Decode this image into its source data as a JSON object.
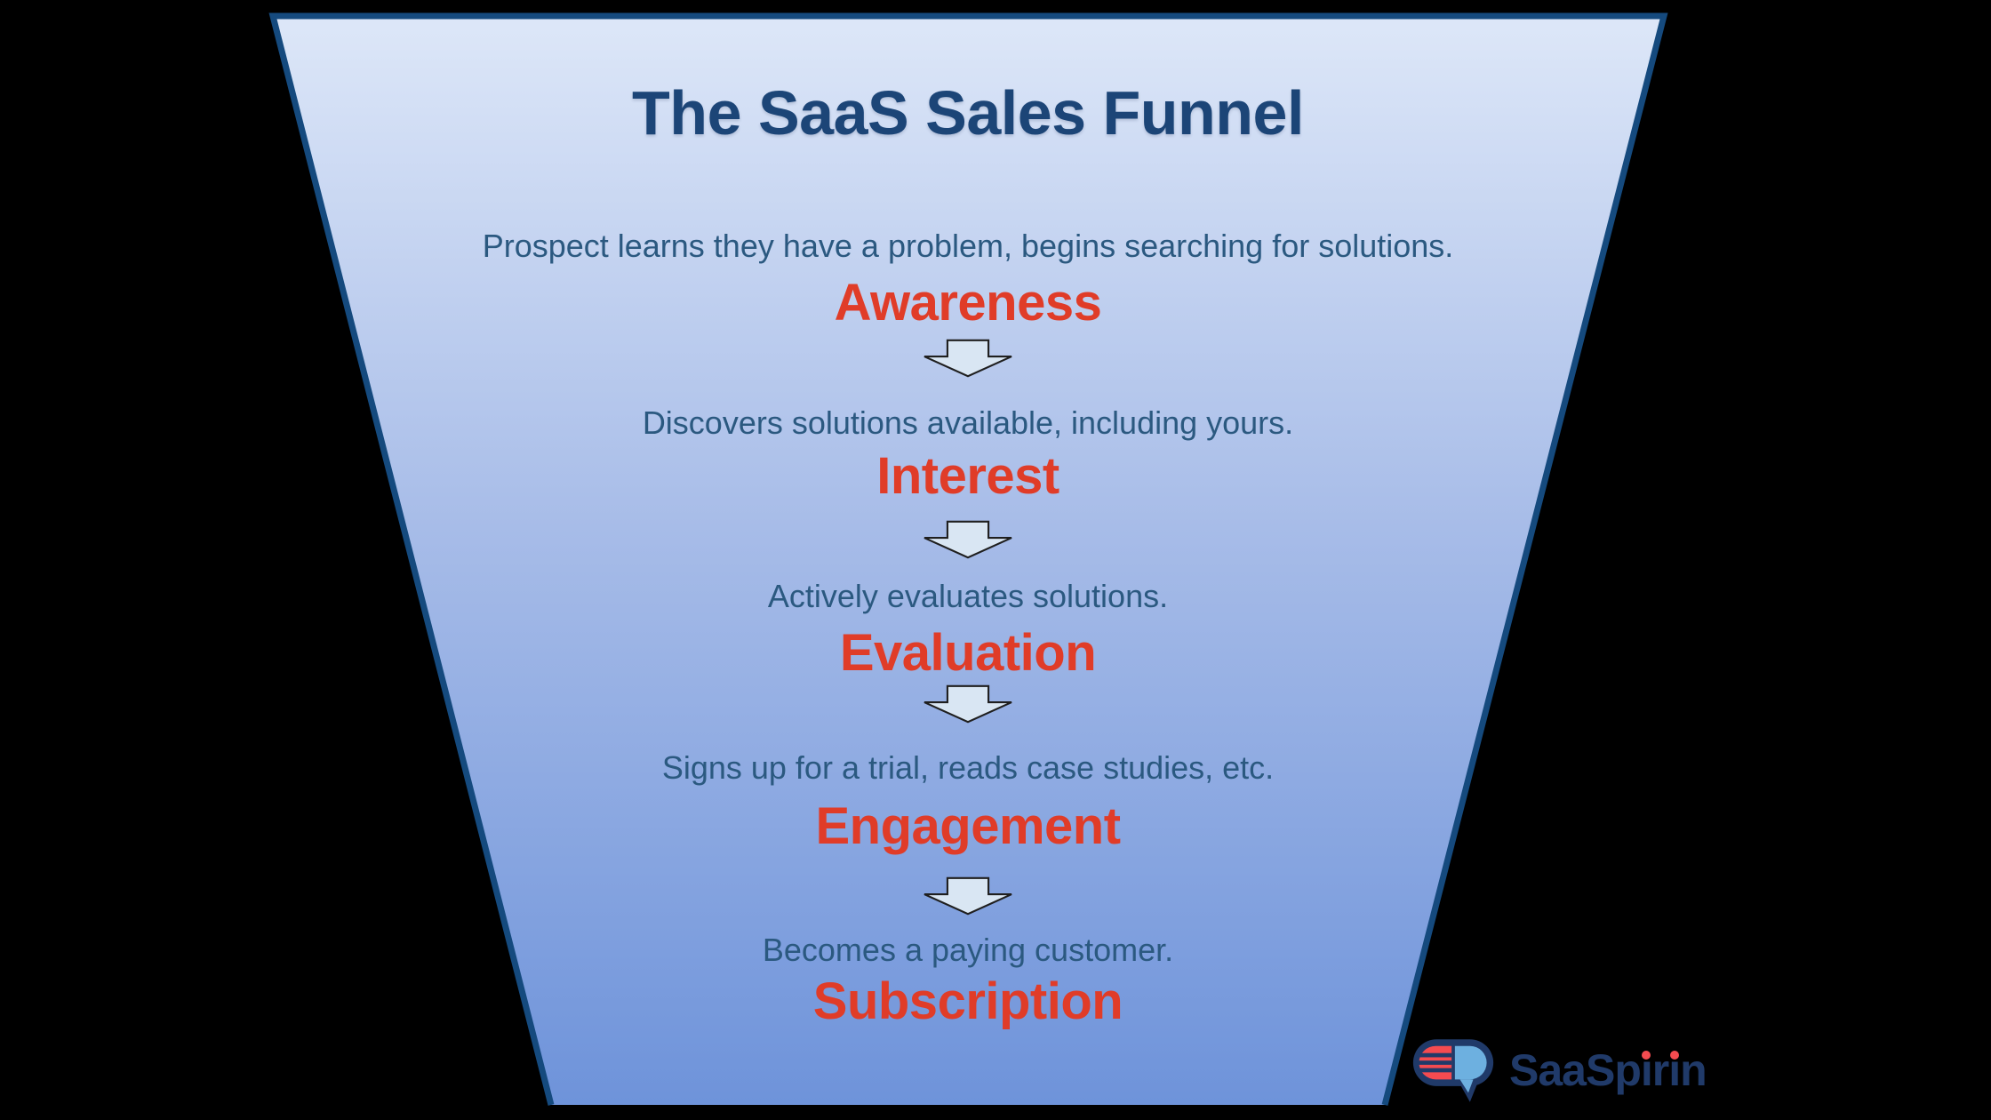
{
  "title": "The SaaS Sales Funnel",
  "stages": [
    {
      "description": "Prospect learns they have a problem, begins searching for solutions.",
      "label": "Awareness"
    },
    {
      "description": "Discovers solutions available, including yours.",
      "label": "Interest"
    },
    {
      "description": "Actively evaluates solutions.",
      "label": "Evaluation"
    },
    {
      "description": "Signs up for a trial, reads case studies, etc.",
      "label": "Engagement"
    },
    {
      "description": "Becomes a paying customer.",
      "label": "Subscription"
    }
  ],
  "logo": {
    "name": "SaaSpirin",
    "parts": {
      "p1": "SaaSp",
      "i1": "ı",
      "p2": "r",
      "i2": "ı",
      "p3": "n"
    }
  },
  "colors": {
    "navy": "#1c4577",
    "desc": "#2b5980",
    "red": "#e03c28",
    "border": "#154a7e",
    "funnelTop": "#dde7f8",
    "funnelMid": "#a7bce8",
    "funnelBottom": "#6e93da",
    "arrowFill": "#d9e6f3",
    "arrowStroke": "#1f1f1f",
    "logoNavy": "#203a69",
    "logoRed": "#f44b50",
    "logoBlue": "#6db0e0"
  }
}
